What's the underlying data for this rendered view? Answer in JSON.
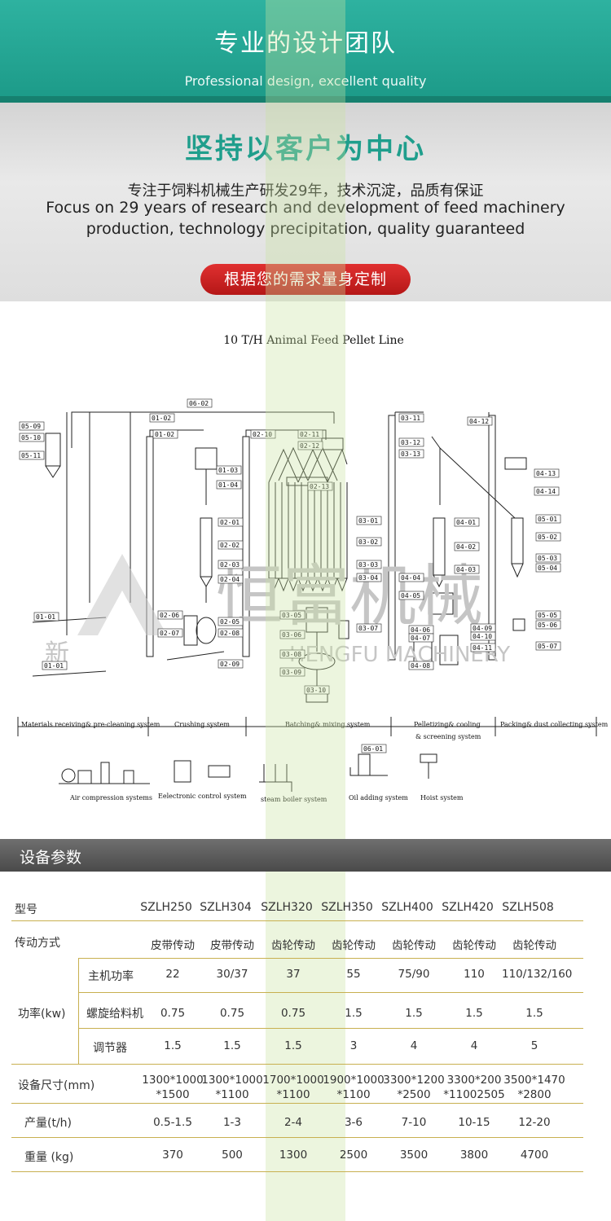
{
  "header": {
    "title": "专业的设计团队",
    "subtitle": "Professional design, excellent quality"
  },
  "intro": {
    "slogan": "坚持以客户为中心",
    "line_cn": "专注于饲料机械生产研发29年，技术沉淀，品质有保证",
    "line_en_1": "Focus on 29 years of research and development of feed machinery",
    "line_en_2": "production, technology precipitation, quality guaranteed",
    "cta": "根据您的需求量身定制"
  },
  "watermark": {
    "brand_cn": "恒富机械",
    "brand_en": "HENGFU MACHINERY",
    "brand_prefix": "新"
  },
  "diagram": {
    "title": "10 T/H Animal Feed Pellet Line",
    "sections": [
      "Materials receiving& pre-cleaning system",
      "Crushing system",
      "Batching& mixing system",
      "Pelletizing& cooling",
      "& screening system",
      "Packing& dust collecting system"
    ],
    "aux_systems": [
      "Air compression systems",
      "Eelectronic control system",
      "steam boiler system",
      "Oil adding system",
      "Hoist system"
    ],
    "tags": [
      "05-09",
      "05-10",
      "05-11",
      "01-01",
      "01-01",
      "01-02",
      "01-02",
      "06-02",
      "01-03",
      "01-04",
      "02-01",
      "02-02",
      "02-03",
      "02-04",
      "02-05",
      "02-06",
      "02-07",
      "02-08",
      "02-09",
      "02-10",
      "02-11",
      "02-12",
      "02-13",
      "03-01",
      "03-02",
      "03-03",
      "03-04",
      "03-05",
      "03-06",
      "03-07",
      "03-08",
      "03-09",
      "03-10",
      "03-11",
      "03-12",
      "03-13",
      "04-01",
      "04-02",
      "04-03",
      "04-04",
      "04-05",
      "04-06",
      "04-07",
      "04-08",
      "04-09",
      "04-10",
      "04-11",
      "04-12",
      "04-13",
      "04-14",
      "05-01",
      "05-02",
      "05-03",
      "05-04",
      "05-05",
      "05-06",
      "05-07",
      "06-01"
    ]
  },
  "params": {
    "section_title": "设备参数",
    "model_label": "型号",
    "models": [
      "SZLH250",
      "SZLH304",
      "SZLH320",
      "SZLH350",
      "SZLH400",
      "SZLH420",
      "SZLH508"
    ],
    "drive_label": "传动方式",
    "drive": [
      "皮带传动",
      "皮带传动",
      "齿轮传动",
      "齿轮传动",
      "齿轮传动",
      "齿轮传动",
      "齿轮传动"
    ],
    "power_label": "功率(kw)",
    "main_power_label": "主机功率",
    "main_power": [
      "22",
      "30/37",
      "37",
      "55",
      "75/90",
      "110",
      "110/132/160"
    ],
    "feeder_label": "螺旋给料机",
    "feeder": [
      "0.75",
      "0.75",
      "0.75",
      "1.5",
      "1.5",
      "1.5",
      "1.5"
    ],
    "conditioner_label": "调节器",
    "conditioner": [
      "1.5",
      "1.5",
      "1.5",
      "3",
      "4",
      "4",
      "5"
    ],
    "size_label": "设备尺寸(mm)",
    "size_top": [
      "1300*1000",
      "1300*1000",
      "1700*1000",
      "1900*1000",
      "3300*1200",
      "3300*200",
      "3500*1470"
    ],
    "size_bottom": [
      "*1500",
      "*1100",
      "*1100",
      "*1100",
      "*2500",
      "*11002505",
      "*2800"
    ],
    "output_label": "产量(t/h)",
    "output": [
      "0.5-1.5",
      "1-3",
      "2-4",
      "3-6",
      "7-10",
      "10-15",
      "12-20"
    ],
    "weight_label": "重量 (kg)",
    "weight": [
      "370",
      "500",
      "1300",
      "2500",
      "3500",
      "3800",
      "4700"
    ]
  }
}
